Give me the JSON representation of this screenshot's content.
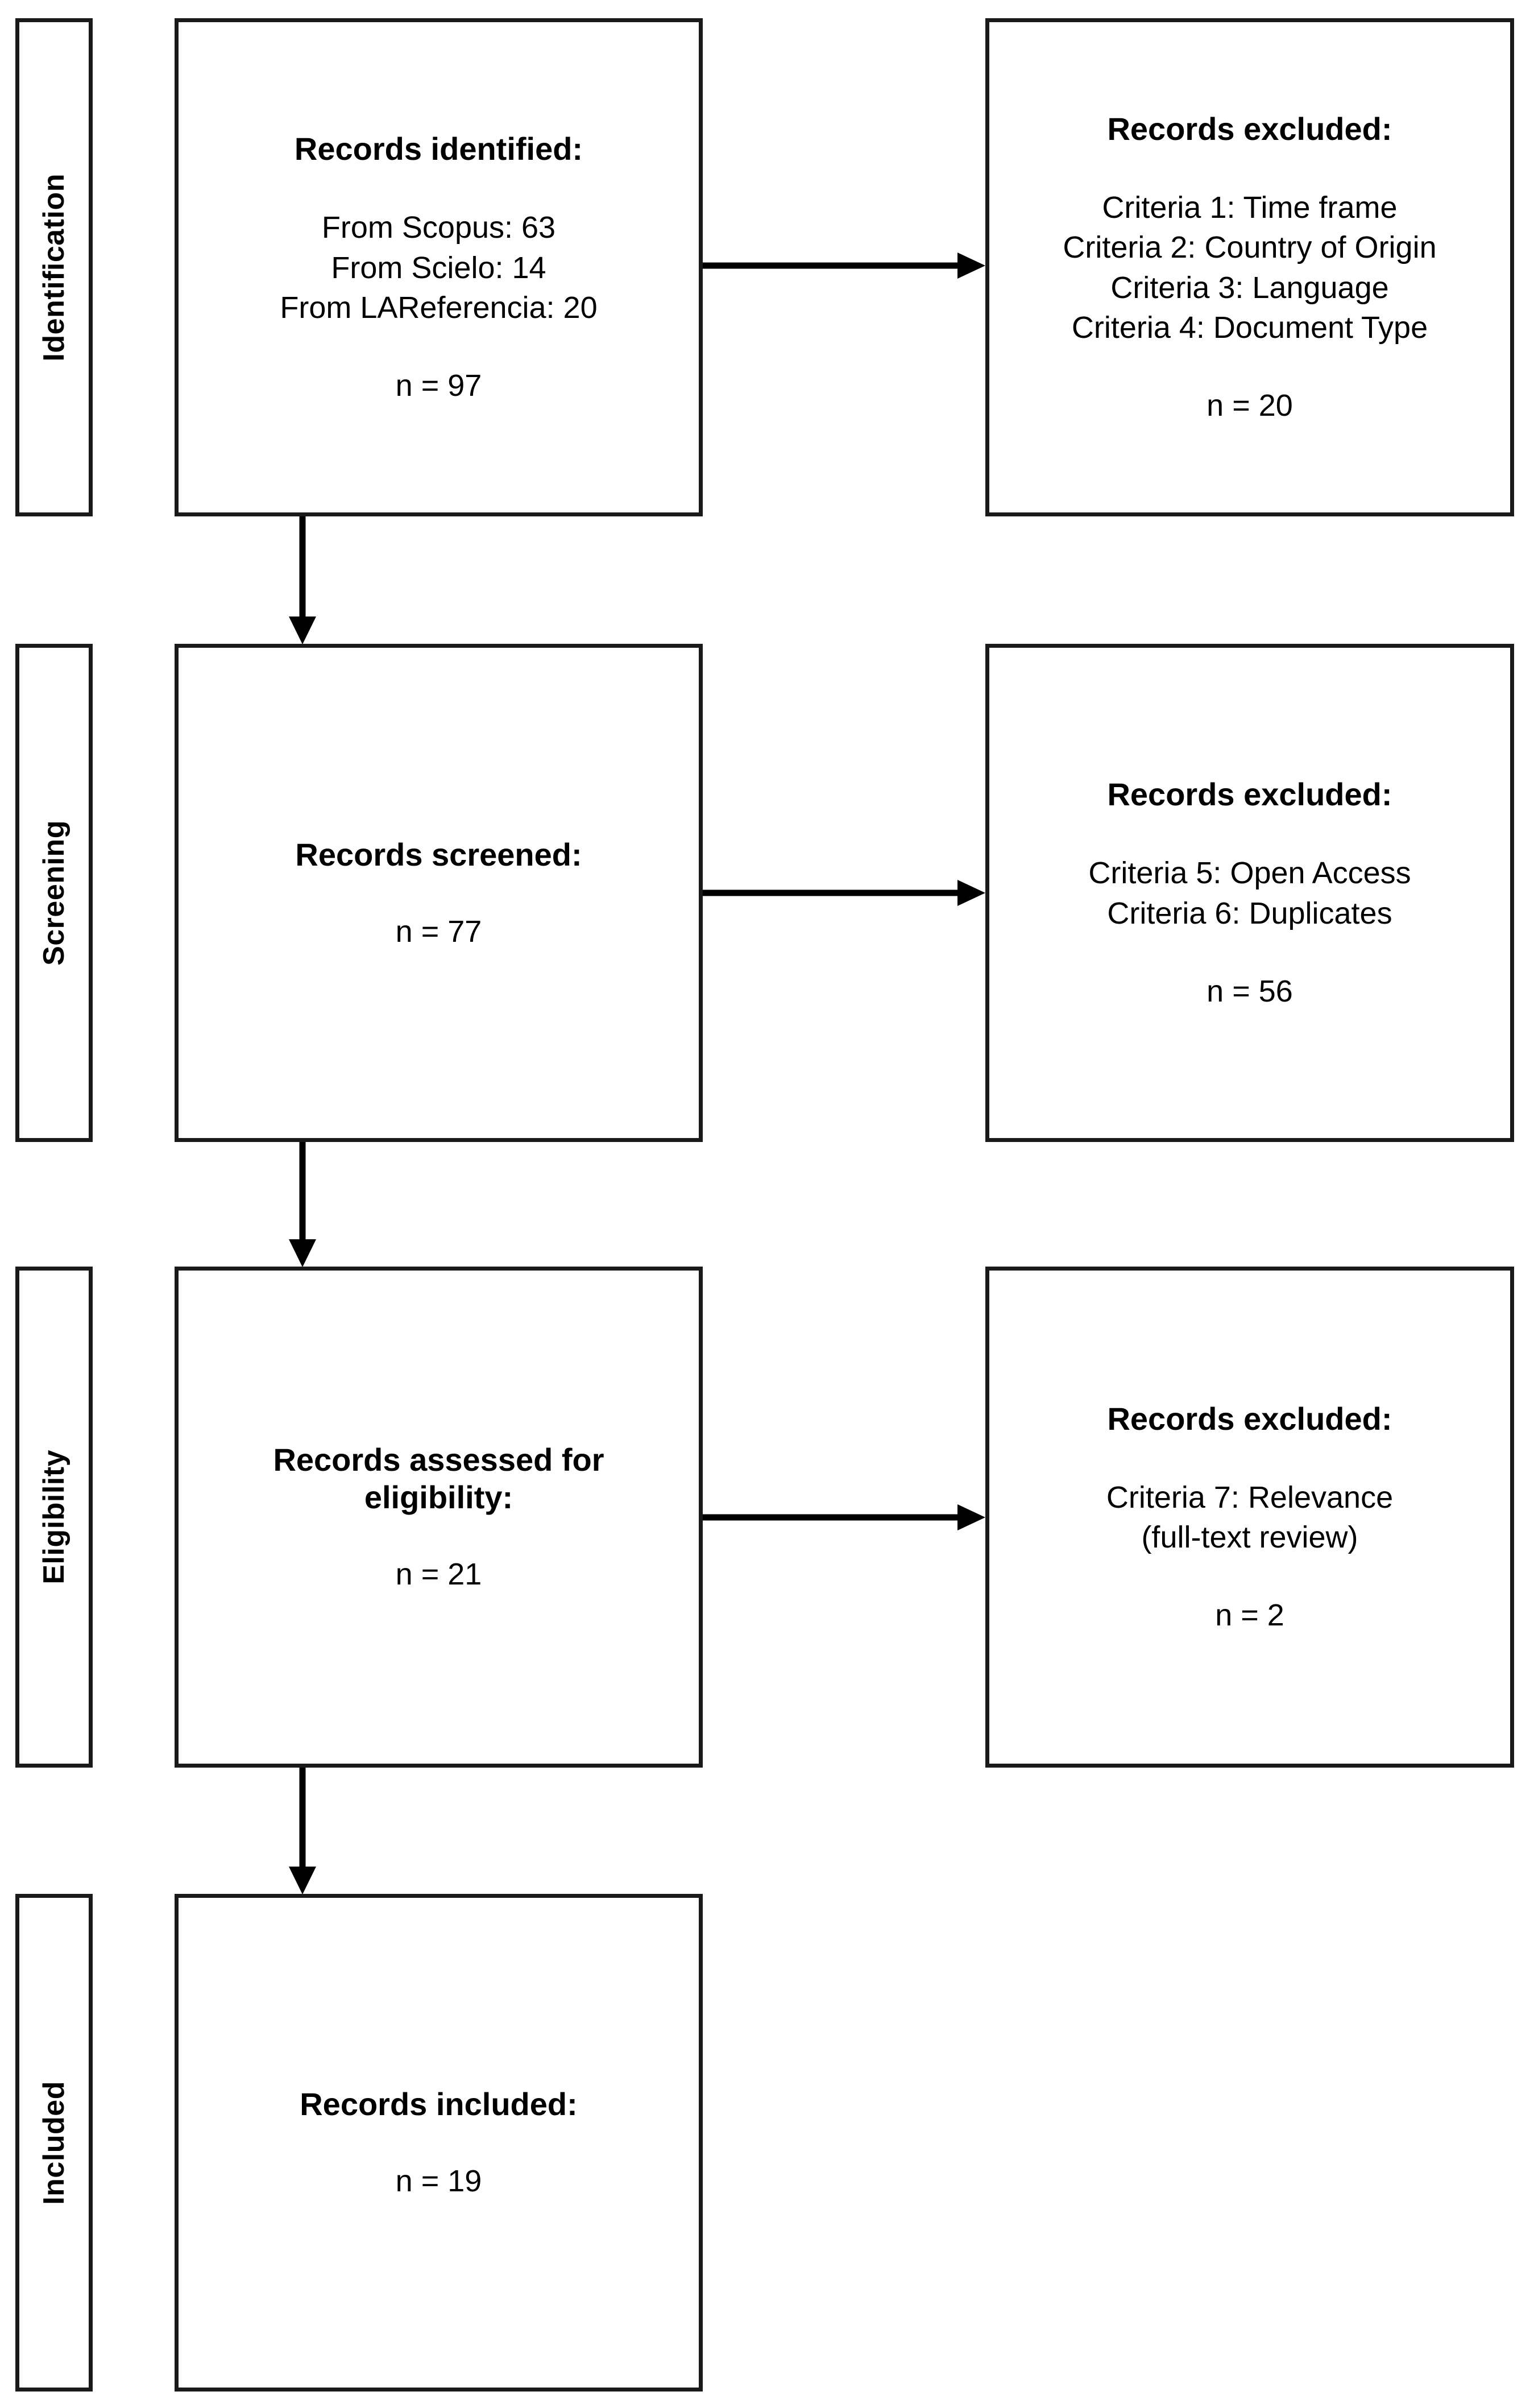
{
  "diagram": {
    "type": "prisma-flow-diagram",
    "stages": [
      {
        "id": "identification",
        "label": "Identification",
        "main": {
          "title": "Records identified:",
          "lines": [
            "From Scopus: 63",
            "From Scielo: 14",
            "From LAReferencia: 20"
          ],
          "count": "n = 97"
        },
        "excluded": {
          "title": "Records excluded:",
          "lines": [
            "Criteria 1: Time frame",
            "Criteria 2: Country of Origin",
            "Criteria 3: Language",
            "Criteria 4: Document Type"
          ],
          "count": "n = 20"
        }
      },
      {
        "id": "screening",
        "label": "Screening",
        "main": {
          "title": "Records screened:",
          "lines": [],
          "count": "n = 77"
        },
        "excluded": {
          "title": "Records excluded:",
          "lines": [
            "Criteria 5: Open Access",
            "Criteria 6: Duplicates"
          ],
          "count": "n = 56"
        }
      },
      {
        "id": "eligibility",
        "label": "Eligibility",
        "main": {
          "title": "Records assessed for eligibility:",
          "lines": [],
          "count": "n = 21"
        },
        "excluded": {
          "title": "Records excluded:",
          "lines": [
            "Criteria 7: Relevance",
            "(full-text review)"
          ],
          "count": "n = 2"
        }
      },
      {
        "id": "included",
        "label": "Included",
        "main": {
          "title": "Records included:",
          "lines": [],
          "count": "n = 19"
        },
        "excluded": null
      }
    ],
    "flow": {
      "identified_total": 97,
      "excluded_identification": 20,
      "screened_total": 77,
      "excluded_screening": 56,
      "eligibility_total": 21,
      "excluded_eligibility": 2,
      "included_total": 19
    },
    "colors": {
      "stroke": "#1a1a1a",
      "background": "#ffffff",
      "text": "#000000"
    }
  }
}
